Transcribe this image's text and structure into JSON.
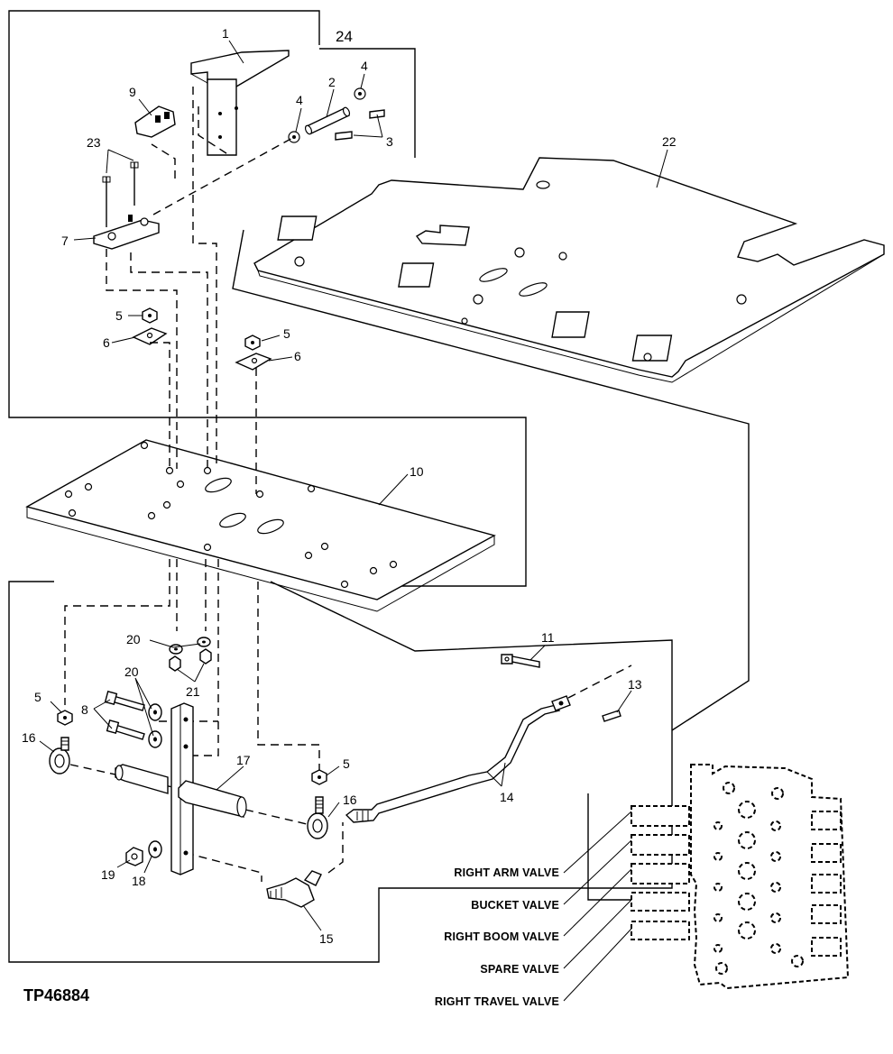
{
  "figure": {
    "code": "TP46884"
  },
  "callouts": {
    "c1": "1",
    "c2": "2",
    "c3": "3",
    "c4a": "4",
    "c4b": "4",
    "c5a": "5",
    "c5b": "5",
    "c5c": "5",
    "c5d": "5",
    "c6a": "6",
    "c6b": "6",
    "c7": "7",
    "c8": "8",
    "c9": "9",
    "c10": "10",
    "c11": "11",
    "c13": "13",
    "c14": "14",
    "c15": "15",
    "c16a": "16",
    "c16b": "16",
    "c17": "17",
    "c18": "18",
    "c19": "19",
    "c20a": "20",
    "c20b": "20",
    "c21": "21",
    "c22": "22",
    "c23": "23",
    "c24": "24"
  },
  "valve_labels": {
    "right_arm": "RIGHT ARM VALVE",
    "bucket": "BUCKET VALVE",
    "right_boom": "RIGHT BOOM VALVE",
    "spare": "SPARE VALVE",
    "right_travel": "RIGHT TRAVEL VALVE"
  }
}
